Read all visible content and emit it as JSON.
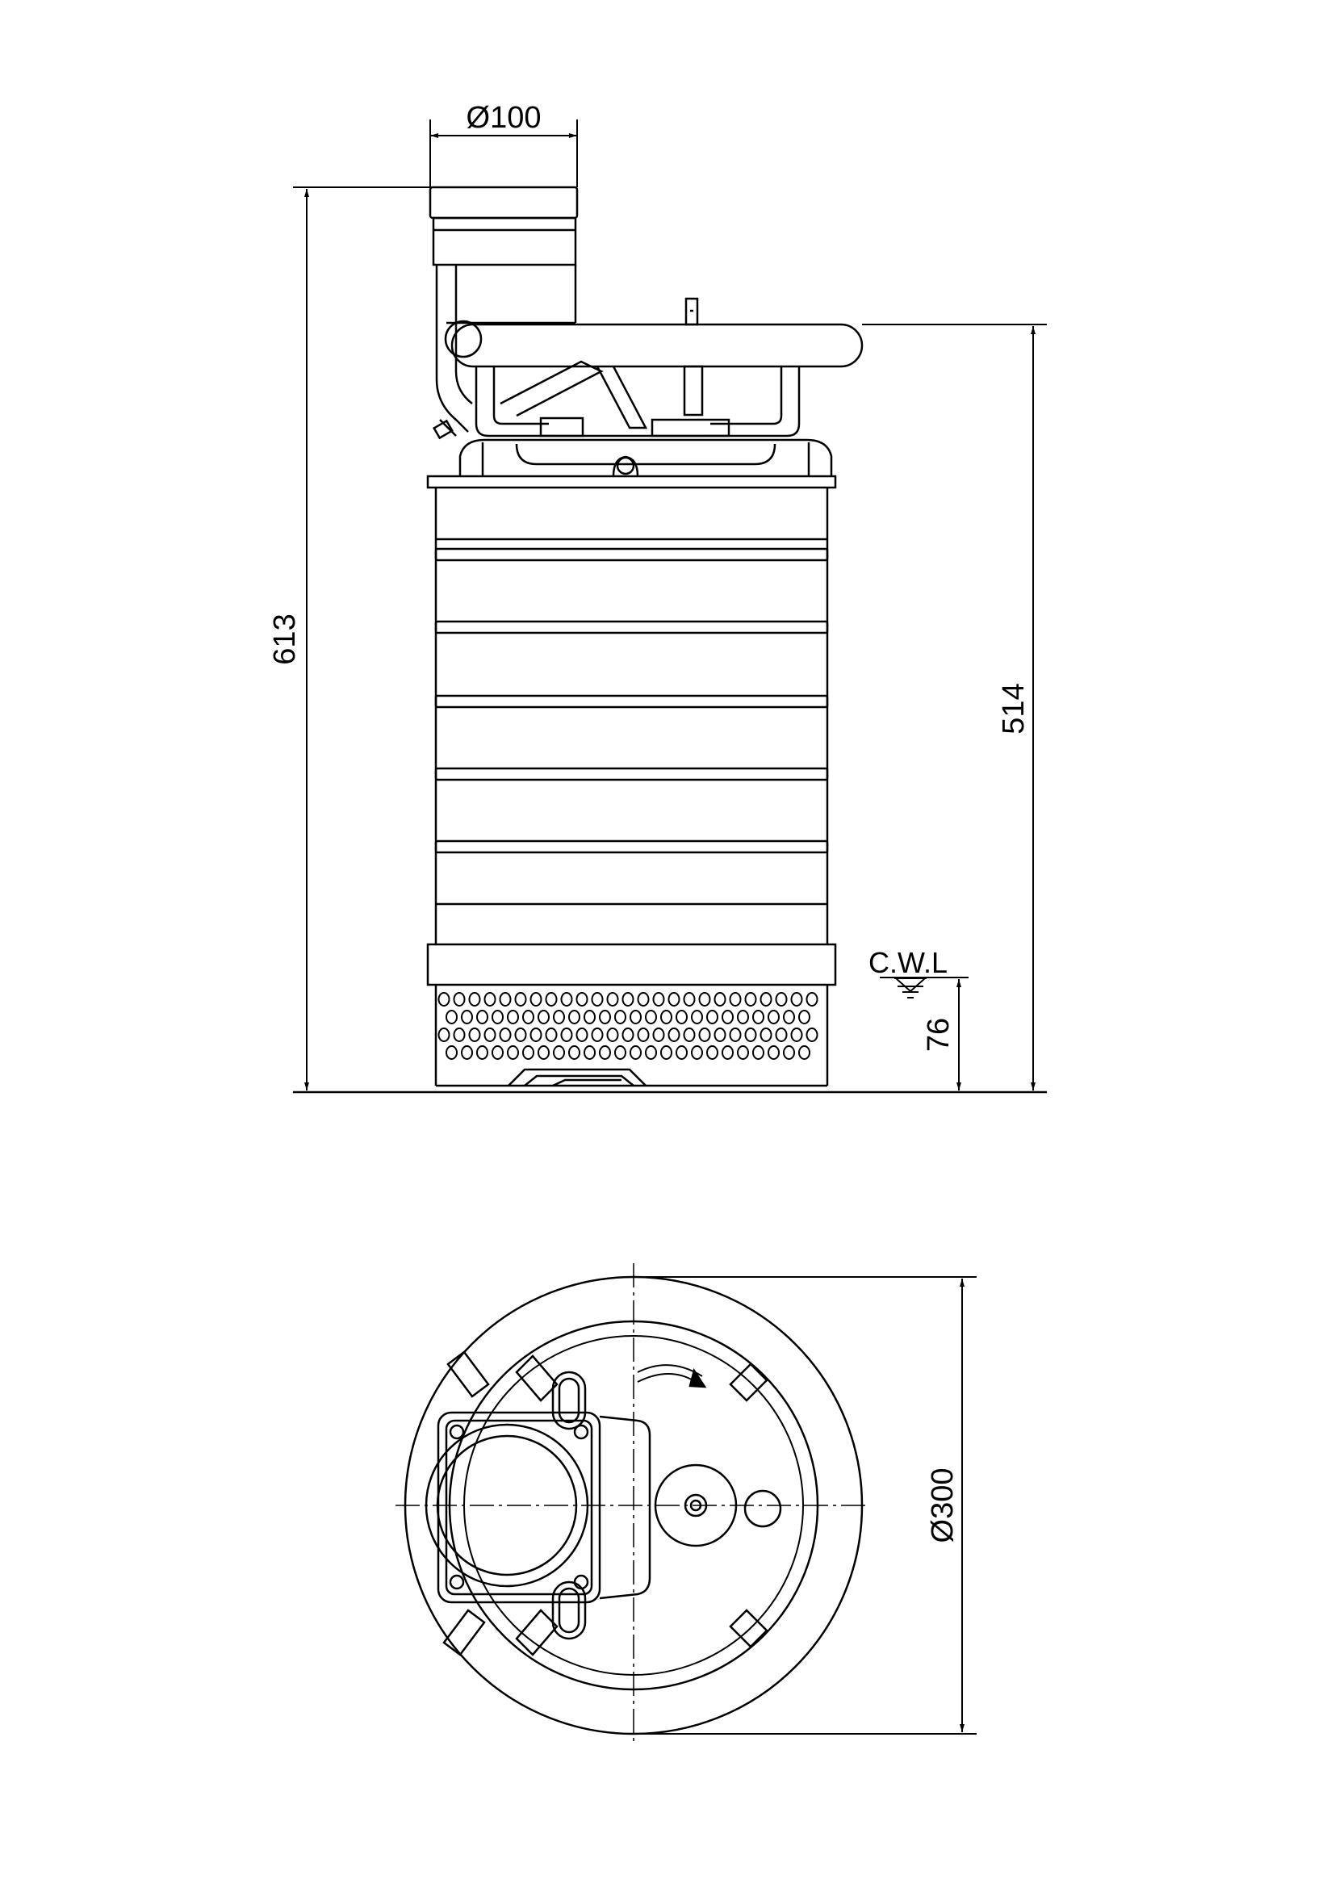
{
  "dimensions": {
    "outlet_diameter": "Ø100",
    "overall_height": "613",
    "handle_height": "514",
    "water_level_height": "76",
    "body_diameter": "Ø300"
  },
  "labels": {
    "water_level": "C.W.L"
  },
  "colors": {
    "line": "#000000",
    "background": "#ffffff"
  }
}
